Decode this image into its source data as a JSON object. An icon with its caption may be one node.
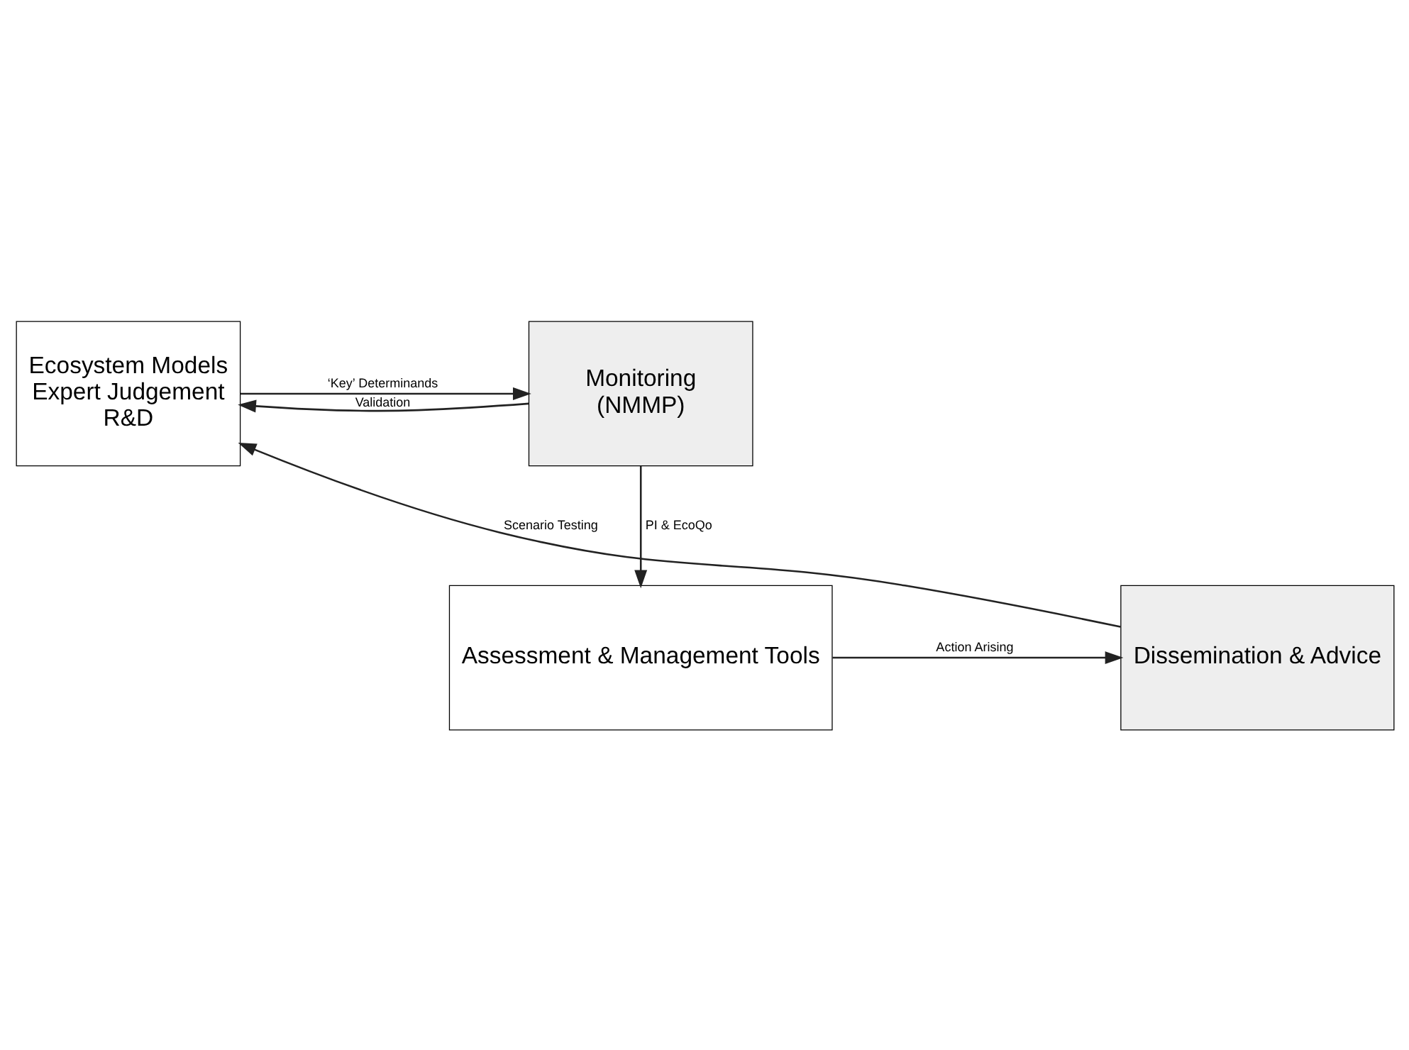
{
  "diagram": {
    "nodes": [
      {
        "text": [
          "Ecosystem Models",
          "Expert Judgement",
          "R&D"
        ]
      },
      {
        "text": [
          "Monitoring",
          "(NMMP)"
        ]
      },
      {
        "text": [
          "Assessment & Management Tools"
        ]
      },
      {
        "text": [
          "Dissemination & Advice"
        ]
      }
    ],
    "edges": [
      {
        "from": 0,
        "to": 1,
        "arrow": "to",
        "label": "‘Key’ Determinands"
      },
      {
        "from": 1,
        "to": 0,
        "arrow": "to",
        "label": "Validation"
      },
      {
        "from": 1,
        "to": 2,
        "arrow": "to",
        "label": "PI & EcoQo"
      },
      {
        "from": 2,
        "to": 3,
        "arrow": "to",
        "label": "Action Arising"
      },
      {
        "from": 3,
        "to": 0,
        "arrow": "to",
        "label": "Scenario Testing"
      }
    ]
  }
}
